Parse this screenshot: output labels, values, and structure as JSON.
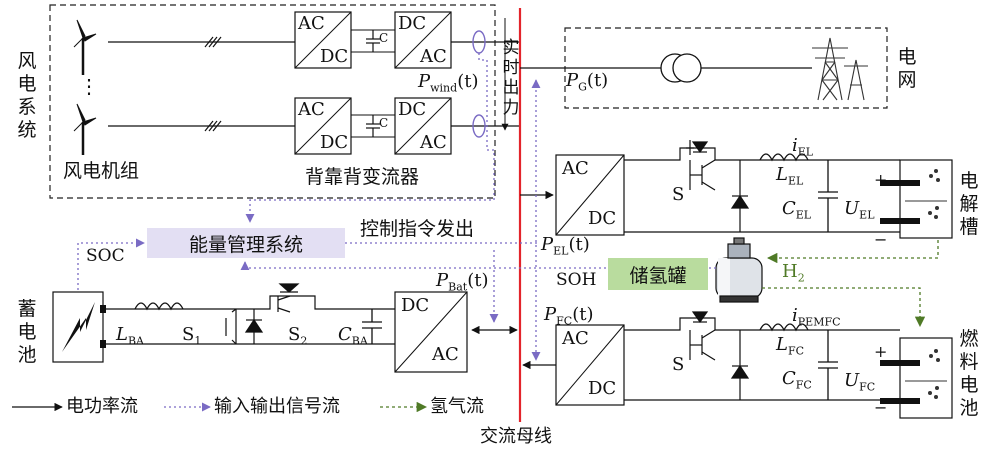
{
  "colors": {
    "bus": "#e3242b",
    "signal": "#7a6bc4",
    "hydrogen": "#4f7a26",
    "ems_bg": "#e3dff3",
    "tank_bg": "#b9dc9e"
  },
  "wind": {
    "system_label": "风电系统",
    "turbine_group_label": "风电机组",
    "dots": "⋮",
    "converter_label": "背靠背变流器",
    "acdc_top": "AC",
    "acdc_bottom": "DC",
    "dcac_top": "DC",
    "dcac_bottom": "AC",
    "cap": "C",
    "power_var": "P",
    "power_sub": "wind",
    "power_arg": "(t)"
  },
  "grid": {
    "label": "电网",
    "power_var": "P",
    "power_sub": "G",
    "power_arg": "(t)"
  },
  "bus": {
    "label": "交流母线",
    "realtime_label": "实时出力"
  },
  "ems": {
    "label": "能量管理系统",
    "control_label": "控制指令发出",
    "soc": "SOC",
    "soh": "SOH"
  },
  "electrolyzer": {
    "label": "电解槽",
    "acdc_top": "AC",
    "acdc_bottom": "DC",
    "switch": "S",
    "current_var": "i",
    "current_sub": "EL",
    "inductor_var": "L",
    "inductor_sub": "EL",
    "cap_var": "C",
    "cap_sub": "EL",
    "voltage_var": "U",
    "voltage_sub": "EL",
    "power_var": "P",
    "power_sub": "EL",
    "power_arg": "(t)",
    "plus": "+",
    "minus": "−"
  },
  "storage": {
    "tank_label": "储氢罐",
    "h2_main": "H",
    "h2_sub": "2"
  },
  "battery": {
    "label": "蓄电池",
    "inductor_var": "L",
    "inductor_sub": "BA",
    "s1_var": "S",
    "s1_sub": "1",
    "s2_var": "S",
    "s2_sub": "2",
    "cap_var": "C",
    "cap_sub": "BA",
    "dcac_top": "DC",
    "dcac_bottom": "AC",
    "power_var": "P",
    "power_sub": "Bat",
    "power_arg": "(t)"
  },
  "fuel_cell": {
    "label": "燃料电池",
    "acdc_top": "AC",
    "acdc_bottom": "DC",
    "switch": "S",
    "current_var": "i",
    "current_sub": "PEMFC",
    "inductor_var": "L",
    "inductor_sub": "FC",
    "cap_var": "C",
    "cap_sub": "FC",
    "voltage_var": "U",
    "voltage_sub": "FC",
    "power_var": "P",
    "power_sub": "FC",
    "power_arg": "(t)",
    "plus": "+",
    "minus": "−"
  },
  "legend": {
    "power_flow": "电功率流",
    "signal_flow": "输入输出信号流",
    "hydrogen_flow": "氢气流"
  }
}
